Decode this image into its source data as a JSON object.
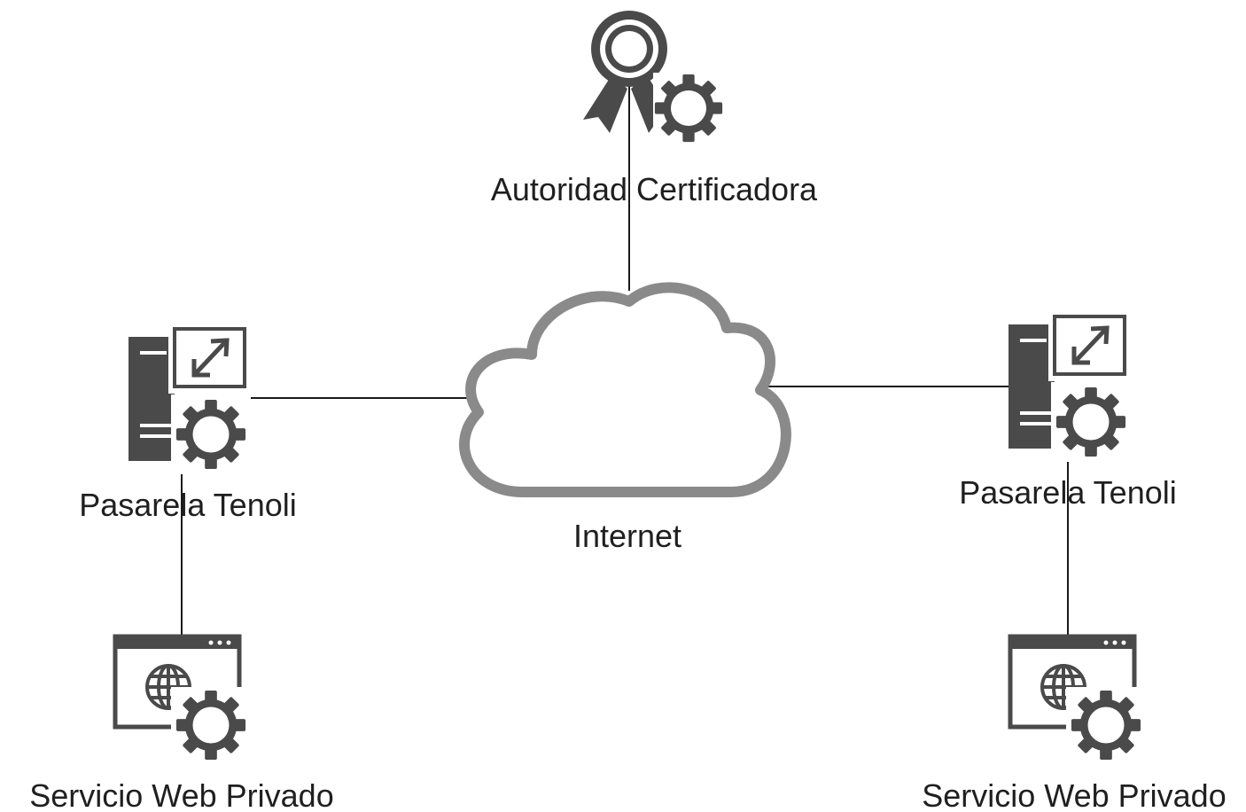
{
  "nodes": {
    "certificate_authority": {
      "label": "Autoridad Certificadora",
      "icon": "certificate-gear-icon"
    },
    "internet": {
      "label": "Internet",
      "icon": "cloud-icon"
    },
    "gateway_left": {
      "label": "Pasarela Tenoli",
      "icon": "server-gateway-icon"
    },
    "gateway_right": {
      "label": "Pasarela Tenoli",
      "icon": "server-gateway-icon"
    },
    "service_left": {
      "label": "Servicio Web Privado",
      "icon": "web-service-icon"
    },
    "service_right": {
      "label": "Servicio Web Privado",
      "icon": "web-service-icon"
    }
  },
  "edges": [
    {
      "from": "certificate_authority",
      "to": "internet"
    },
    {
      "from": "gateway_left",
      "to": "internet"
    },
    {
      "from": "gateway_right",
      "to": "internet"
    },
    {
      "from": "gateway_left",
      "to": "service_left"
    },
    {
      "from": "gateway_right",
      "to": "service_right"
    }
  ],
  "colors": {
    "icon_dark": "#4a4a4a",
    "cloud_stroke": "#8a8a8a",
    "line": "#1a1a1a",
    "text": "#1f1f1f"
  }
}
